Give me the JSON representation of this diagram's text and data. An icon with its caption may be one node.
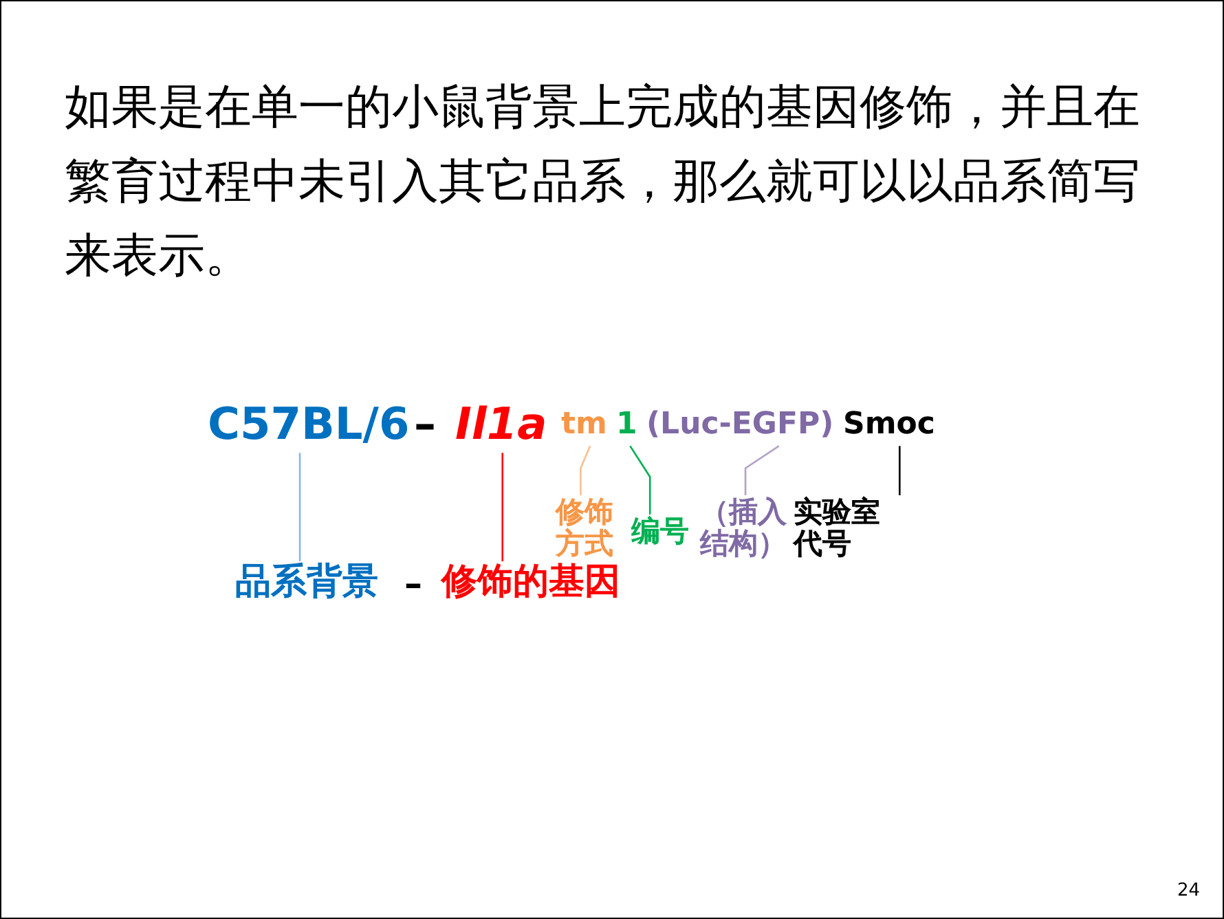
{
  "diagram": {
    "title": "如果是在单一的小鼠背景上完成的基因修饰，并且在繁育过程中未引入其它品系，那么就可以以品系简写来表示。",
    "nodes": [
      {
        "text": [
          "C57BL/6"
        ]
      },
      {
        "text": [
          "Il1a"
        ]
      },
      {
        "text": [
          "tm"
        ]
      },
      {
        "text": [
          "1"
        ]
      },
      {
        "text": [
          "(Luc-EGFP)"
        ]
      },
      {
        "text": [
          "Smoc"
        ]
      },
      {
        "text": [
          "品系背景"
        ]
      },
      {
        "text": [
          "修饰的基因"
        ]
      },
      {
        "text": [
          "修饰方式"
        ]
      },
      {
        "text": [
          "编号"
        ]
      },
      {
        "text": [
          "（插入结构）"
        ]
      },
      {
        "text": [
          "实验室代号"
        ]
      }
    ],
    "edges": [
      {
        "from": 0,
        "to": 6,
        "arrow": "none",
        "color": "#8eb4e3"
      },
      {
        "from": 1,
        "to": 7,
        "arrow": "none",
        "color": "#ff0000"
      },
      {
        "from": 2,
        "to": 8,
        "arrow": "none",
        "color": "#fac090"
      },
      {
        "from": 3,
        "to": 9,
        "arrow": "none",
        "color": "#00b050"
      },
      {
        "from": 4,
        "to": 10,
        "arrow": "none",
        "color": "#b3a2c7"
      },
      {
        "from": 5,
        "to": 11,
        "arrow": "none",
        "color": "#000000"
      }
    ],
    "labels": [
      "–",
      "–",
      "24"
    ]
  }
}
